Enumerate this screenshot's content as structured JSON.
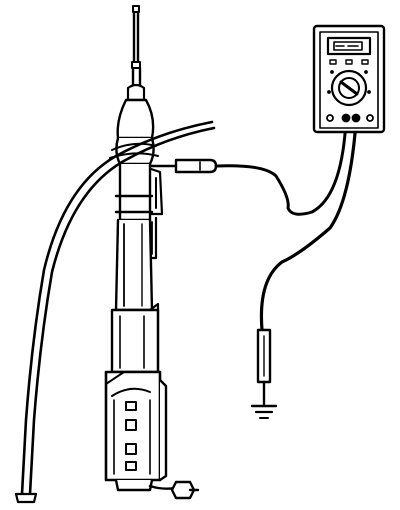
{
  "figure": {
    "style": "black line drawing",
    "depicts": [
      "power-antenna-assembly",
      "multimeter",
      "test-lead",
      "ground-lead",
      "ground-symbol"
    ]
  },
  "multimeter": {
    "controls": [
      "display",
      "selector-dial",
      "input-jacks"
    ]
  },
  "colors": {
    "ink": "#000000",
    "paper": "#ffffff"
  }
}
